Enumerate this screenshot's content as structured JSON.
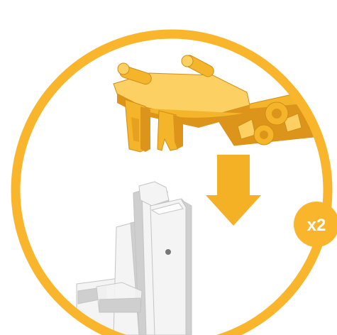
{
  "instruction_step": {
    "quantity_badge": {
      "label": "x2"
    },
    "colors": {
      "accent": "#f9b62c",
      "part_yellow": "#f5b52a",
      "part_yellow_shade": "#dc951a",
      "part_yellow_light": "#fcd063",
      "part_white": "#f4f4f4",
      "part_grey": "#cfcfcf",
      "arrow": "#f5b125",
      "background": "#ffffff"
    },
    "icons": {
      "down_arrow": "arrow-down-icon",
      "yellow_part": "yellow-clip-part",
      "white_part": "white-bracket-part"
    }
  }
}
